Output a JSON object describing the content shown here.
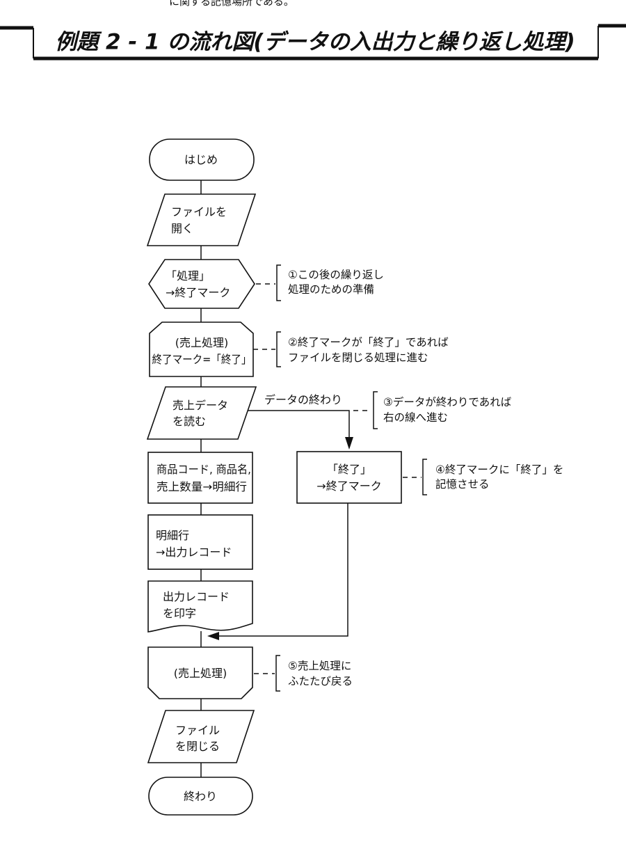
{
  "page": {
    "top_fragment": "に関する記憶場所である。",
    "title": "例題 2 - 1 の流れ図(データの入出力と繰り返し処理)"
  },
  "flowchart": {
    "nodes": [
      {
        "id": "start",
        "shape": "terminator",
        "lines": [
          "はじめ"
        ]
      },
      {
        "id": "open-file",
        "shape": "parallelogram",
        "lines": [
          "ファイルを",
          "開く"
        ]
      },
      {
        "id": "prep",
        "shape": "hexagon",
        "lines": [
          "「処理」",
          "→終了マーク"
        ]
      },
      {
        "id": "loop-start",
        "shape": "loop-begin",
        "lines": [
          "(売上処理)",
          "終了マーク=「終了」"
        ]
      },
      {
        "id": "read-data",
        "shape": "parallelogram",
        "lines": [
          "売上データ",
          "を読む"
        ]
      },
      {
        "id": "move-fields",
        "shape": "process",
        "lines": [
          "商品コード, 商品名,",
          "売上数量→明細行"
        ]
      },
      {
        "id": "move-record",
        "shape": "process",
        "lines": [
          "明細行",
          "→出力レコード"
        ]
      },
      {
        "id": "print",
        "shape": "document",
        "lines": [
          "出力レコード",
          "を印字"
        ]
      },
      {
        "id": "end-mark",
        "shape": "process",
        "lines": [
          "「終了」",
          "→終了マーク"
        ]
      },
      {
        "id": "loop-end",
        "shape": "loop-end",
        "lines": [
          "(売上処理)"
        ]
      },
      {
        "id": "close-file",
        "shape": "parallelogram",
        "lines": [
          "ファイル",
          "を閉じる"
        ]
      },
      {
        "id": "finish",
        "shape": "terminator",
        "lines": [
          "終わり"
        ]
      }
    ],
    "edge_label": "データの終わり",
    "comments": [
      {
        "id": "c1",
        "lines": [
          "①この後の繰り返し",
          "処理のための準備"
        ]
      },
      {
        "id": "c2",
        "lines": [
          "②終了マークが「終了」であれば",
          "ファイルを閉じる処理に進む"
        ]
      },
      {
        "id": "c3",
        "lines": [
          "③データが終わりであれば",
          "右の線へ進む"
        ]
      },
      {
        "id": "c4",
        "lines": [
          "④終了マークに「終了」を",
          "記憶させる"
        ]
      },
      {
        "id": "c5",
        "lines": [
          "⑤売上処理に",
          "ふたたび戻る"
        ]
      }
    ]
  }
}
